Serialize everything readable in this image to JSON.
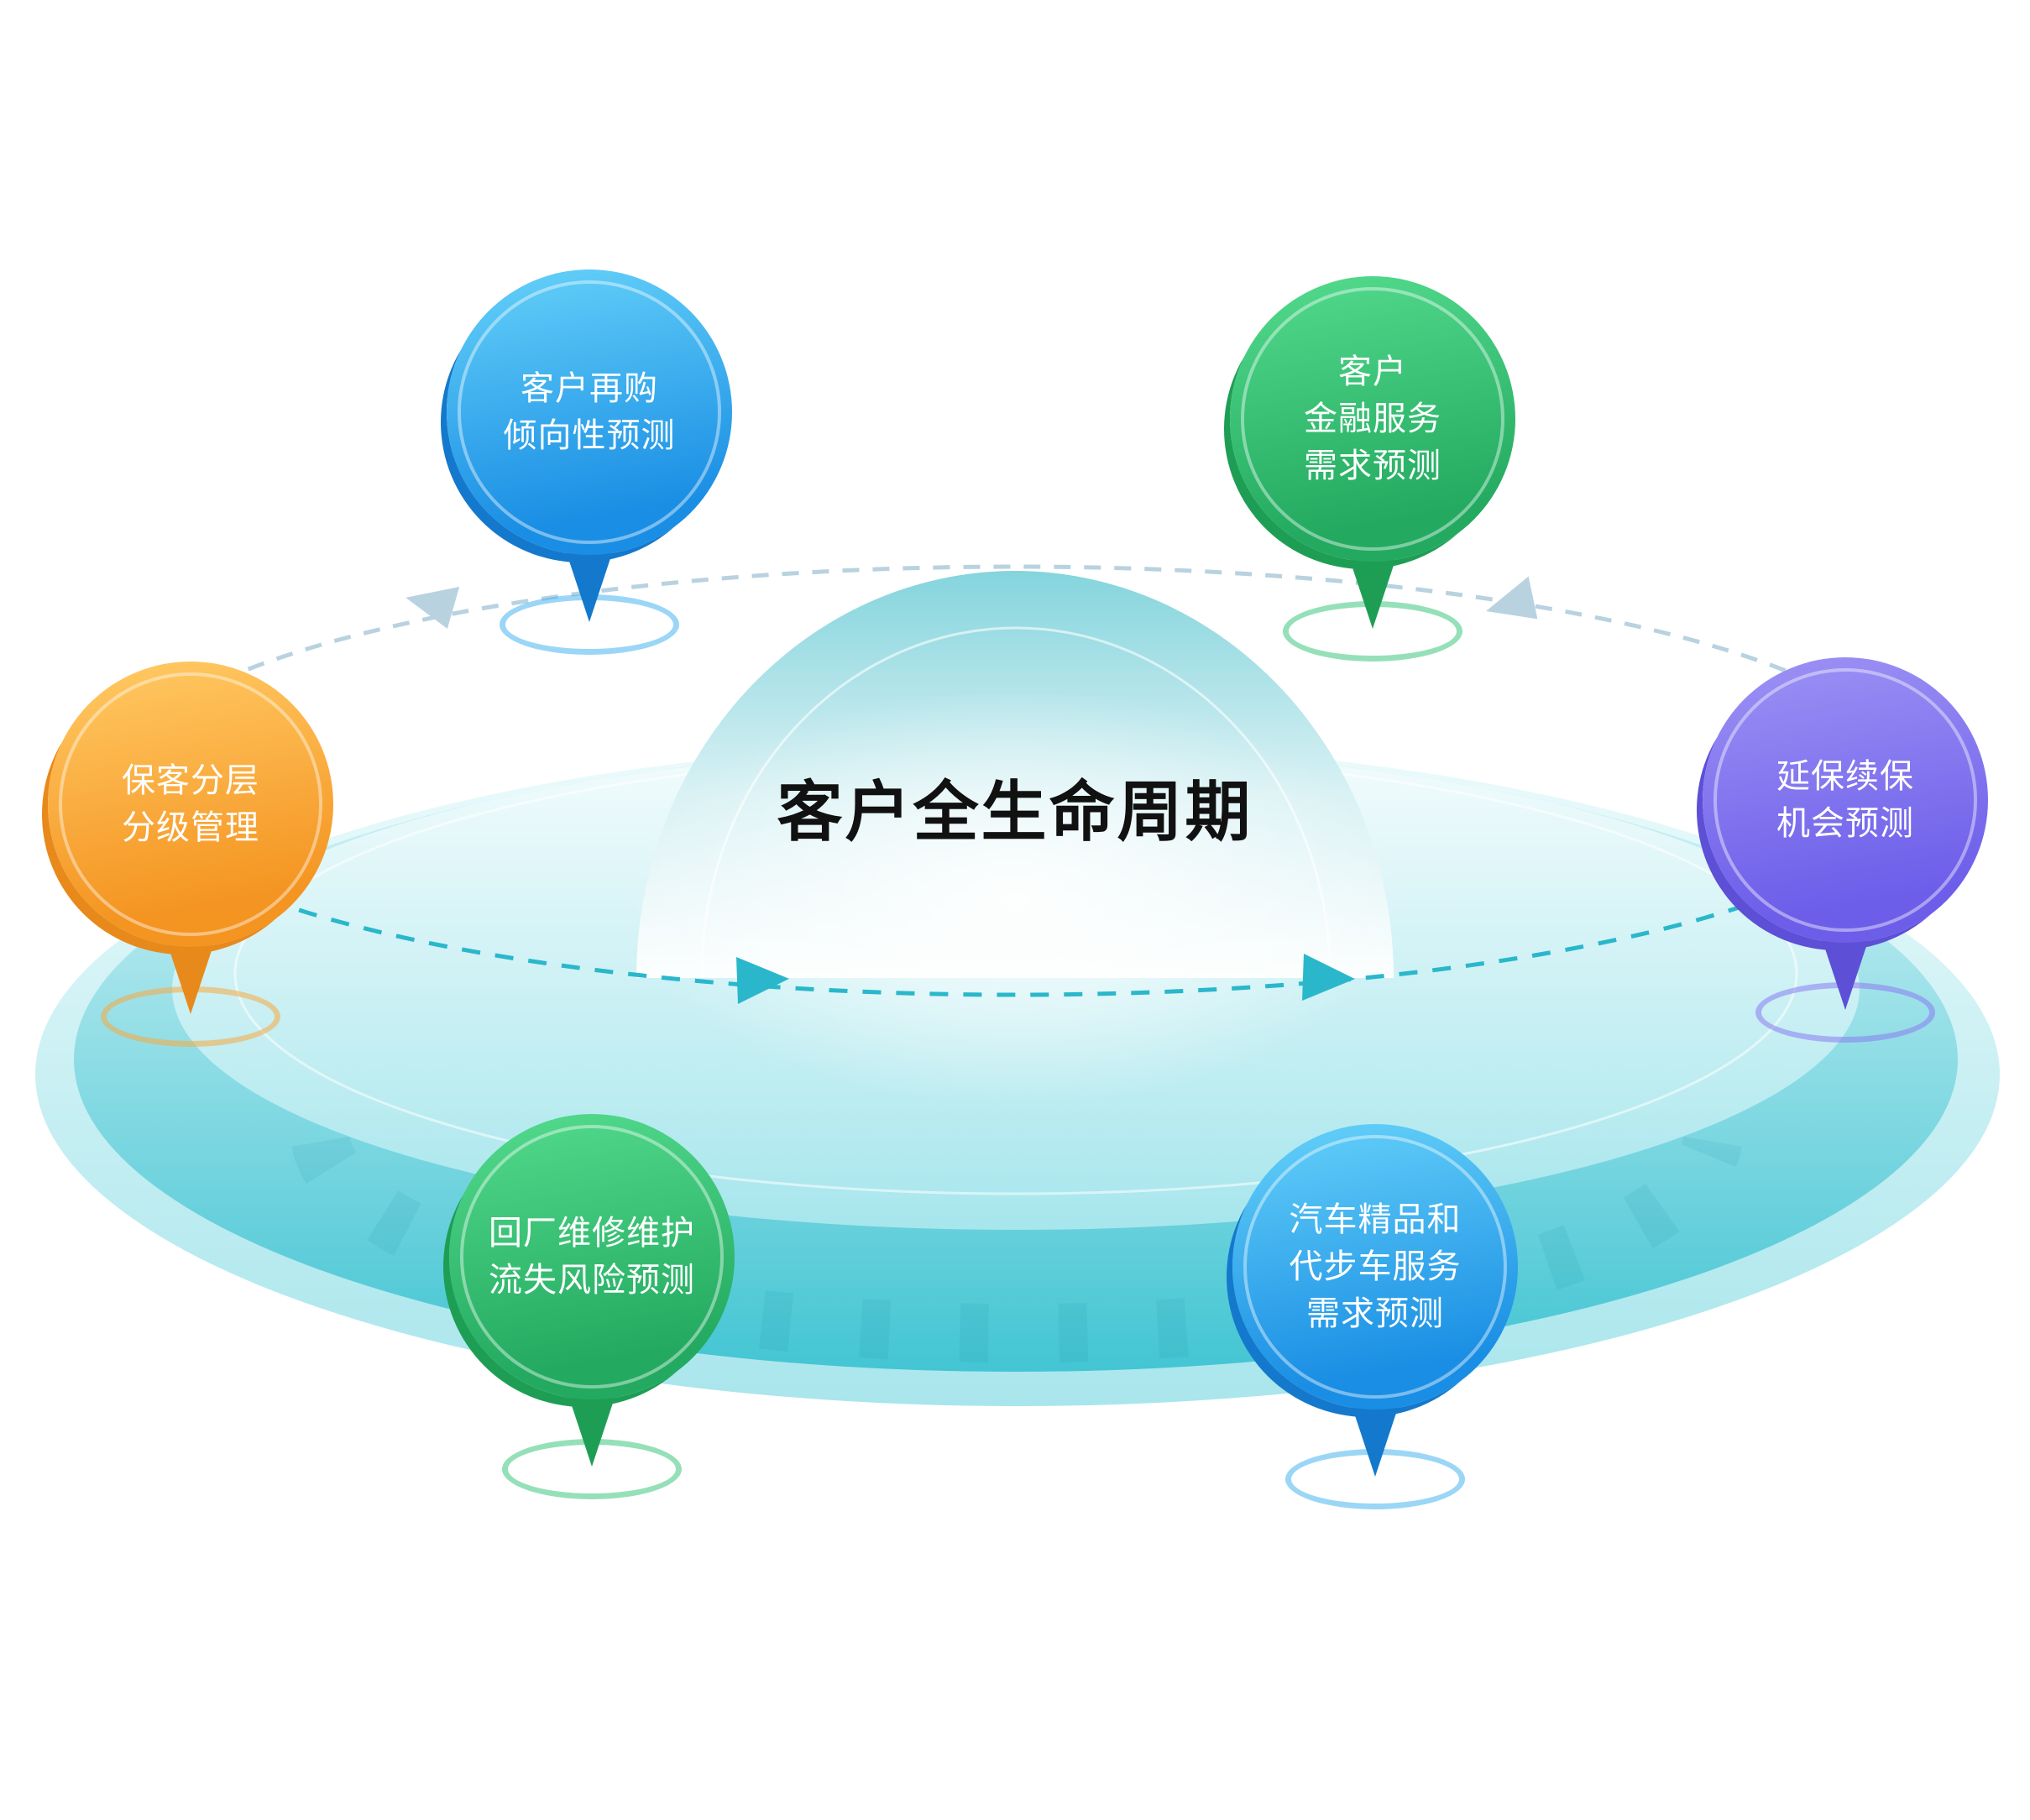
{
  "title": "客户全生命周期",
  "pins": [
    {
      "id": "customer-repurchase",
      "position": "top-left",
      "color": "blue",
      "label": "客户再购\n倾向性预测"
    },
    {
      "id": "financial-service-demand",
      "position": "top-right",
      "color": "green",
      "label": "客户\n金融服务\n需求预测"
    },
    {
      "id": "customer-tier-management",
      "position": "left",
      "color": "orange",
      "label": "保客分层\n分级管理"
    },
    {
      "id": "warranty-renewal-opportunity",
      "position": "right",
      "color": "purple",
      "label": "延保续保\n机会预测"
    },
    {
      "id": "repair-churn-risk",
      "position": "bottom-left",
      "color": "green",
      "label": "回厂维修维护\n流失风险预测"
    },
    {
      "id": "accessory-mobility-service-demand",
      "position": "bottom-right",
      "color": "blue",
      "label": "汽车精品和\n代步车服务\n需求预测"
    }
  ],
  "colors": {
    "blue-top": "#5ecbf7",
    "blue-bottom": "#1a8ee4",
    "blue-dark": "#1479cc",
    "blue-ring": "#49b4ee",
    "green-top": "#4fd689",
    "green-bottom": "#23aa60",
    "green-dark": "#1e9e55",
    "green-ring": "#3ec67d",
    "orange-top": "#ffc55e",
    "orange-bottom": "#f49421",
    "orange-dark": "#e8891c",
    "orange-ring": "#f7a93f",
    "purple-top": "#998df4",
    "purple-bottom": "#6c5ee9",
    "purple-dark": "#5d4fd6",
    "purple-ring": "#8a7cf0",
    "disc-light": "#eafafb",
    "disc-mid": "#9fe3ea",
    "disc-deep": "#43c5d3",
    "orbit-back": "#b9d2e0",
    "orbit-front": "#2ab7cb"
  }
}
